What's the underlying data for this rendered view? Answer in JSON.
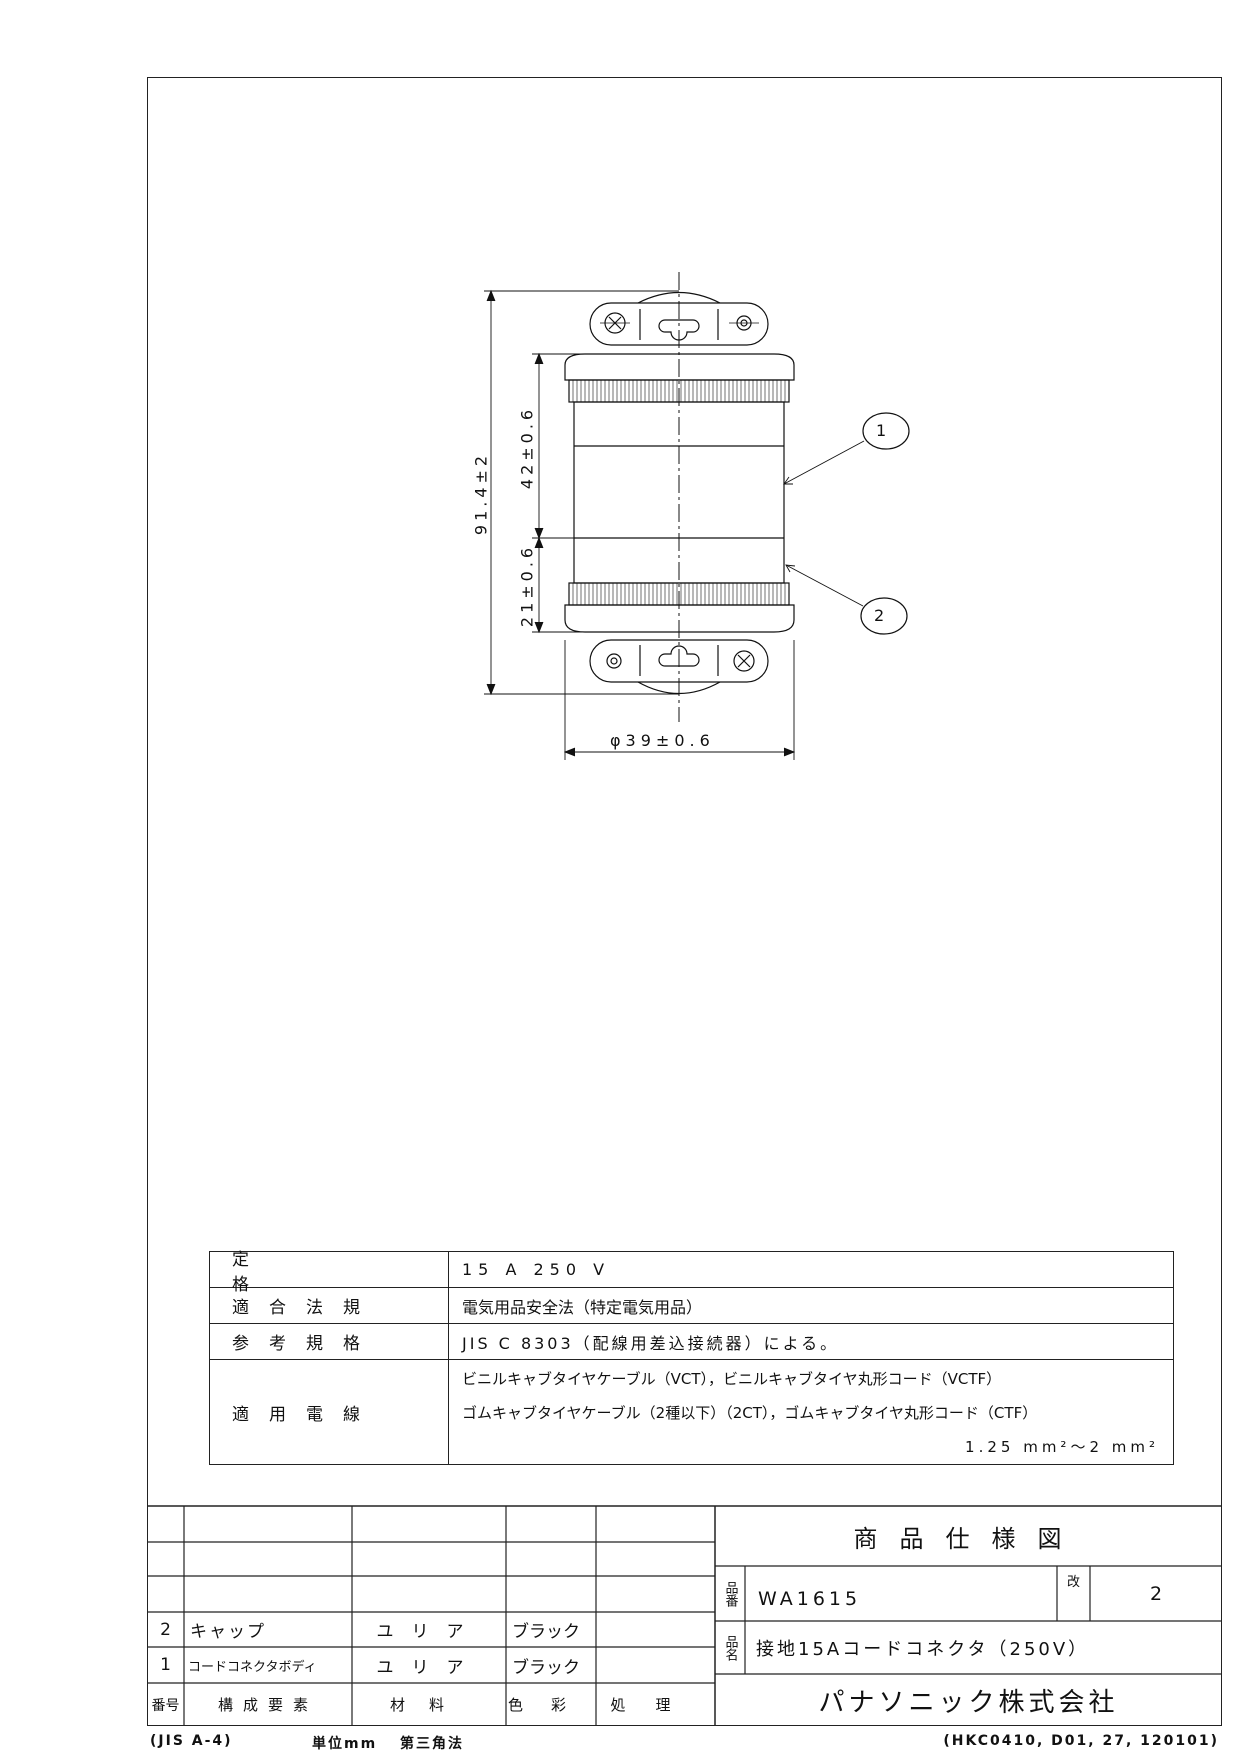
{
  "drawing": {
    "dimensions": {
      "overall_length": "91.4±2",
      "upper_section": "42±0.6",
      "lower_section": "21±0.6",
      "diameter": "φ39±0.6"
    },
    "balloons": [
      "1",
      "2"
    ]
  },
  "spec_table": [
    {
      "label": "定格",
      "value": "15 A 250 V"
    },
    {
      "label": "適合法規",
      "value": "電気用品安全法（特定電気用品）"
    },
    {
      "label": "参考規格",
      "value": "JIS C 8303（配線用差込接続器）による。"
    },
    {
      "label": "適用電線",
      "lines": [
        "ビニルキャブタイヤケーブル（VCT），ビニルキャブタイヤ丸形コード（VCTF）",
        "ゴムキャブタイヤケーブル（2種以下）（2CT），ゴムキャブタイヤ丸形コード（CTF）",
        "1.25 mm²～2 mm²"
      ]
    }
  ],
  "parts_table": {
    "headers": [
      "番号",
      "構成要素",
      "材料",
      "色彩",
      "処理"
    ],
    "rows": [
      {
        "no": "2",
        "component": "キャップ",
        "material": "ユリア",
        "color": "ブラック",
        "treatment": ""
      },
      {
        "no": "1",
        "component": "コードコネクタボディ",
        "material": "ユリア",
        "color": "ブラック",
        "treatment": ""
      }
    ]
  },
  "title_block": {
    "title": "商品仕様図",
    "part_number_label": "品番",
    "part_number": "WA1615",
    "revision_label": "改",
    "revision": "2",
    "product_name_label": "品名",
    "product_name": "接地15Aコードコネクタ（250V）",
    "company": "パナソニック株式会社"
  },
  "footer": {
    "left": "(JIS A-4)",
    "unit": "単位mm",
    "projection": "第三角法",
    "right": "(HKC0410, D01, 27, 120101)"
  }
}
